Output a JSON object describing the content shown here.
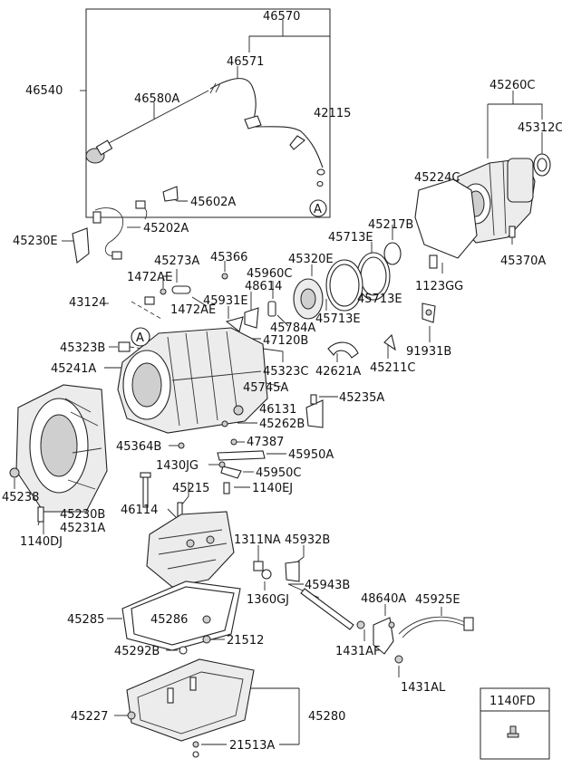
{
  "labels": {
    "p46570": "46570",
    "p46571": "46571",
    "p46540": "46540",
    "p46580a": "46580A",
    "p42115": "42115",
    "p45260c": "45260C",
    "p45312c": "45312C",
    "p45224c": "45224C",
    "p45602a": "45602A",
    "p45217b": "45217B",
    "p45202a": "45202A",
    "p45230e": "45230E",
    "p45713e_1": "45713E",
    "p45320e": "45320E",
    "p45273a": "45273A",
    "p45366": "45366",
    "p45370a": "45370A",
    "p1472ae_1": "1472AE",
    "p45960c": "45960C",
    "p45713e_2": "45713E",
    "p1123gg": "1123GG",
    "p48614": "48614",
    "p45931e": "45931E",
    "p43124": "43124",
    "p1472ae_2": "1472AE",
    "p45713e_3": "45713E",
    "p45784a": "45784A",
    "p45323b": "45323B",
    "p47120b": "47120B",
    "p91931b": "91931B",
    "p45241a": "45241A",
    "p45323c": "45323C",
    "p42621a": "42621A",
    "p45211c": "45211C",
    "p45745a": "45745A",
    "p45235a": "45235A",
    "p46131": "46131",
    "p45262b": "45262B",
    "p47387": "47387",
    "p45364b": "45364B",
    "p45950a": "45950A",
    "p1430jg": "1430JG",
    "p45950c": "45950C",
    "p45238": "45238",
    "p45215": "45215",
    "p1140ej": "1140EJ",
    "p45230b": "45230B",
    "p46114": "46114",
    "p45231a": "45231A",
    "p1140dj": "1140DJ",
    "p1311na": "1311NA",
    "p45932b": "45932B",
    "p1360gj": "1360GJ",
    "p45943b": "45943B",
    "p48640a": "48640A",
    "p45925e": "45925E",
    "p45285": "45285",
    "p45286": "45286",
    "p1431af": "1431AF",
    "p21512": "21512",
    "p45292b": "45292B",
    "p1431al": "1431AL",
    "p1140fd": "1140FD",
    "p45227": "45227",
    "p45280": "45280",
    "p21513a": "21513A"
  },
  "markers": {
    "ref_a_top": "A",
    "ref_a_body": "A"
  }
}
